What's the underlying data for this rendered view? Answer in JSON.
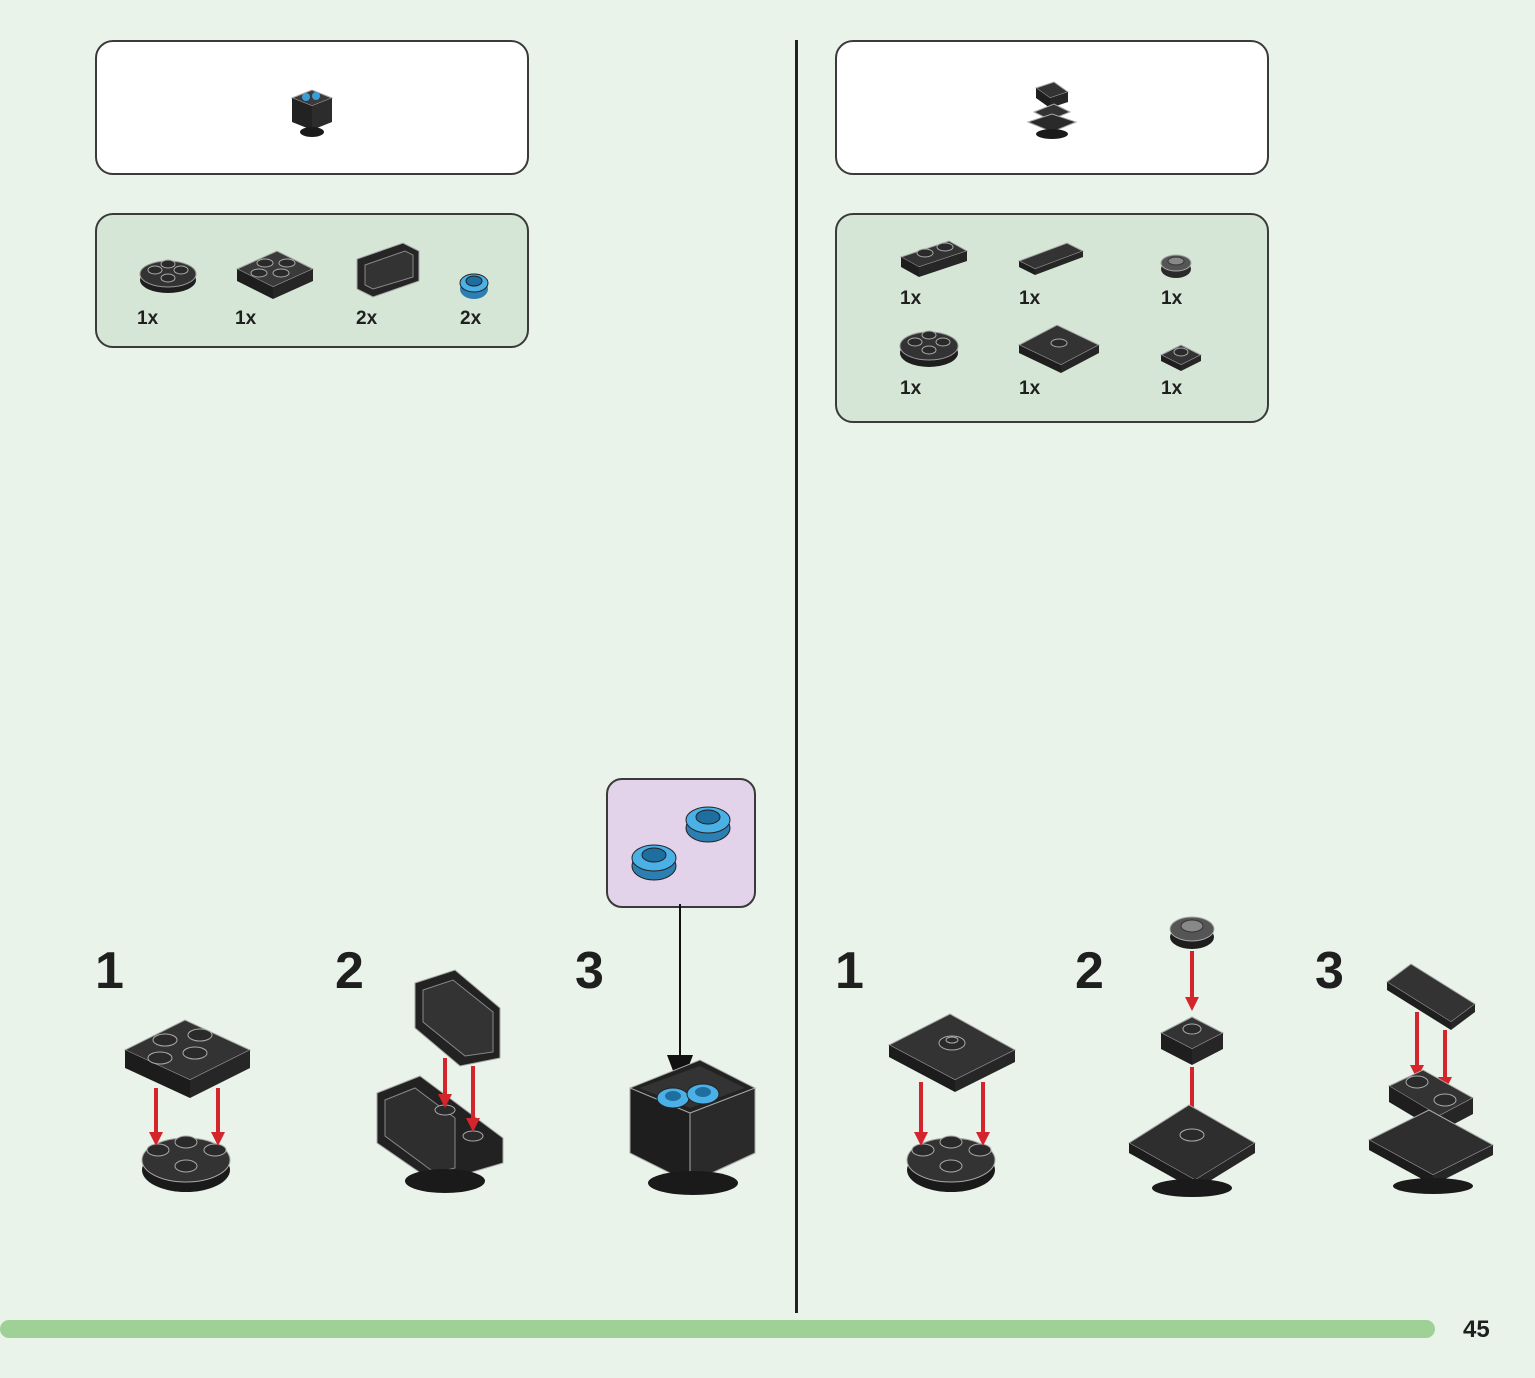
{
  "left": {
    "parts": [
      {
        "qty": "1x",
        "icon": "round-plate-2x2-icon"
      },
      {
        "qty": "1x",
        "icon": "plate-2x2-icon"
      },
      {
        "qty": "2x",
        "icon": "panel-corner-icon"
      },
      {
        "qty": "2x",
        "icon": "round-stud-blue-icon"
      }
    ],
    "steps": [
      "1",
      "2",
      "3"
    ]
  },
  "right": {
    "parts": [
      {
        "qty": "1x",
        "icon": "plate-1x2-icon"
      },
      {
        "qty": "1x",
        "icon": "tile-1x2-icon"
      },
      {
        "qty": "1x",
        "icon": "round-stud-gray-icon"
      },
      {
        "qty": "1x",
        "icon": "round-plate-2x2-icon"
      },
      {
        "qty": "1x",
        "icon": "jumper-plate-2x2-icon"
      },
      {
        "qty": "1x",
        "icon": "plate-1x1-icon"
      }
    ],
    "steps": [
      "1",
      "2",
      "3"
    ]
  },
  "page_number": "45",
  "colors": {
    "background": "#e9f3ea",
    "parts_panel": "#d6e6d6",
    "callout": "#e2d2ea",
    "progress": "#9fd096",
    "arrow": "#d4242c",
    "brick": "#2a2a2a",
    "stud_blue": "#3a9ed6"
  }
}
